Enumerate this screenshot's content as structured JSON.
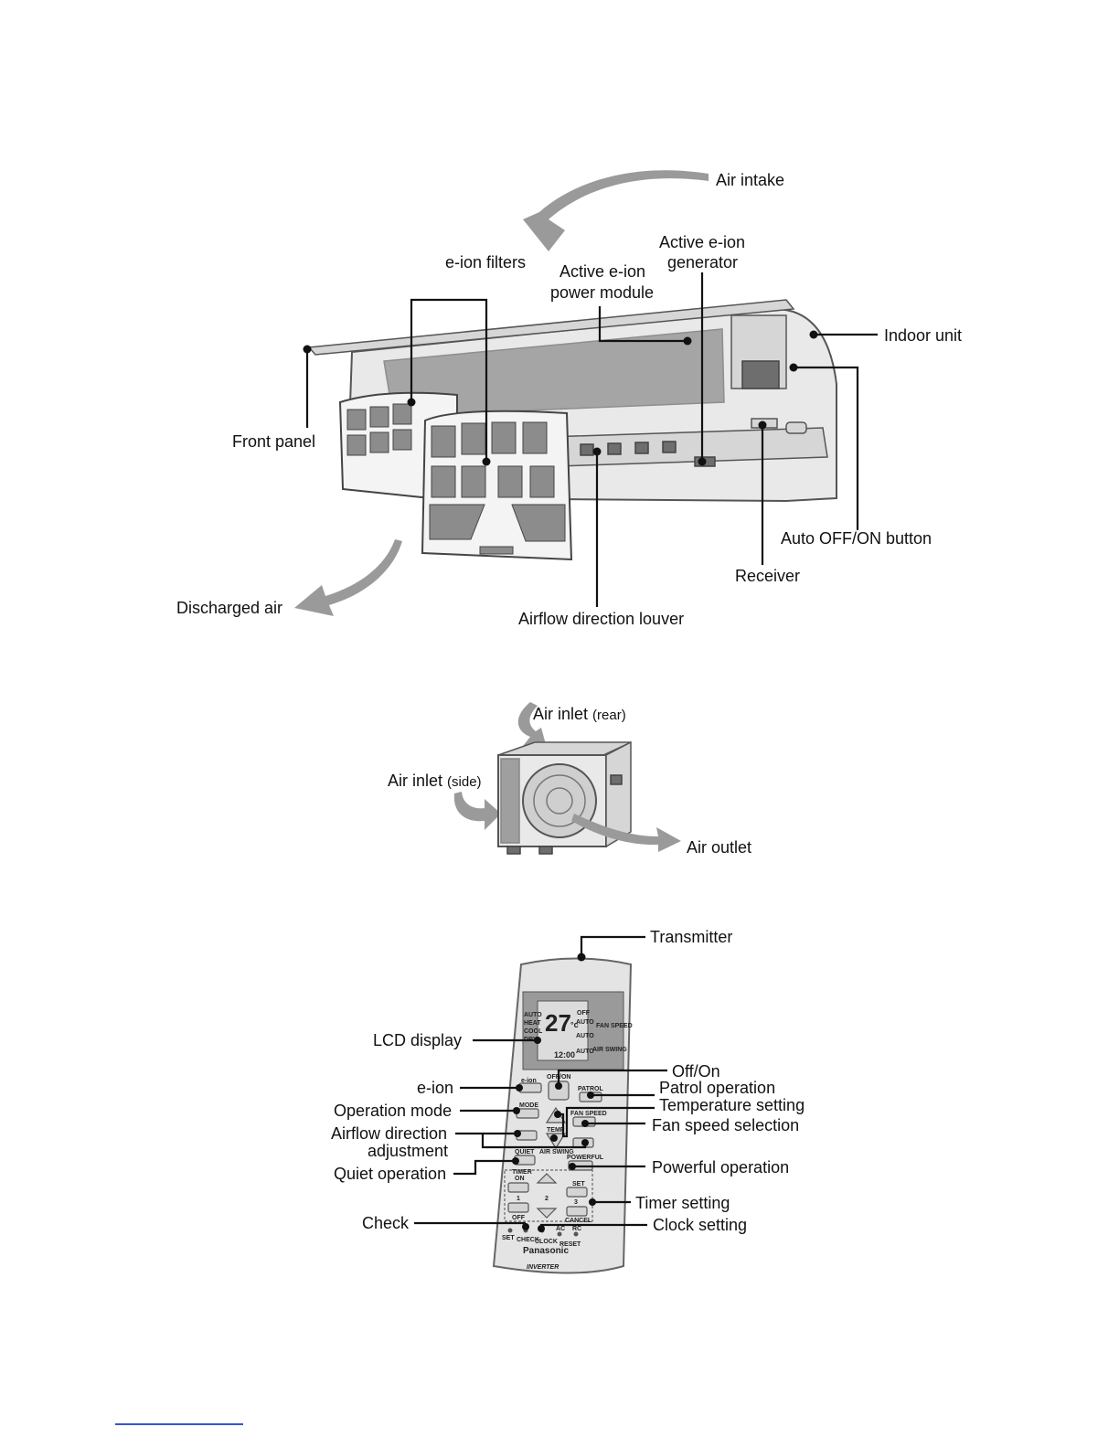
{
  "indoor_unit": {
    "labels": {
      "air_intake": "Air intake",
      "eion_filters": "e-ion filters",
      "active_eion_power_module_1": "Active e-ion",
      "active_eion_power_module_2": "power module",
      "active_eion_generator_1": "Active e-ion",
      "active_eion_generator_2": "generator",
      "indoor_unit": "Indoor unit",
      "front_panel": "Front panel",
      "auto_off_on_button": "Auto OFF/ON button",
      "receiver": "Receiver",
      "discharged_air": "Discharged air",
      "airflow_direction_louver": "Airflow direction louver"
    }
  },
  "outdoor_unit": {
    "labels": {
      "air_inlet_rear": "Air inlet",
      "air_inlet_rear_note": "(rear)",
      "air_inlet_side": "Air inlet",
      "air_inlet_side_note": "(side)",
      "air_outlet": "Air outlet"
    }
  },
  "remote": {
    "labels": {
      "transmitter": "Transmitter",
      "lcd_display": "LCD display",
      "off_on": "Off/On",
      "eion": "e-ion",
      "patrol_operation": "Patrol operation",
      "operation_mode": "Operation mode",
      "temperature_setting": "Temperature setting",
      "fan_speed_selection": "Fan speed selection",
      "airflow_direction_1": "Airflow direction",
      "airflow_direction_2": "adjustment",
      "quiet_operation": "Quiet operation",
      "powerful_operation": "Powerful operation",
      "timer_setting": "Timer setting",
      "check": "Check",
      "clock_setting": "Clock setting"
    },
    "device": {
      "temp": "27",
      "temp_unit": "°c",
      "off": "OFF",
      "auto": "AUTO",
      "modes": [
        "AUTO",
        "HEAT",
        "COOL",
        "DRY"
      ],
      "fan_speed": "FAN SPEED",
      "air_swing": "AIR SWING",
      "clock": "12:00",
      "eion_btn": "e-ion",
      "offon_btn": "OFF/ON",
      "patrol_btn": "PATROL",
      "mode_btn": "MODE",
      "fan_speed_btn": "FAN SPEED",
      "temp_btn": "TEMP",
      "quiet_btn": "QUIET",
      "air_swing_btn": "AIR SWING",
      "powerful_btn": "POWERFUL",
      "timer": "TIMER",
      "on": "ON",
      "off_lbl": "OFF",
      "set": "SET",
      "cancel": "CANCEL",
      "n1": "1",
      "n2": "2",
      "n3": "3",
      "bottom_set": "SET",
      "bottom_check": "CHECK",
      "bottom_clock": "CLOCK",
      "bottom_ac": "AC",
      "bottom_rc": "RC",
      "bottom_reset": "RESET",
      "brand": "Panasonic",
      "inverter": "INVERTER"
    }
  }
}
